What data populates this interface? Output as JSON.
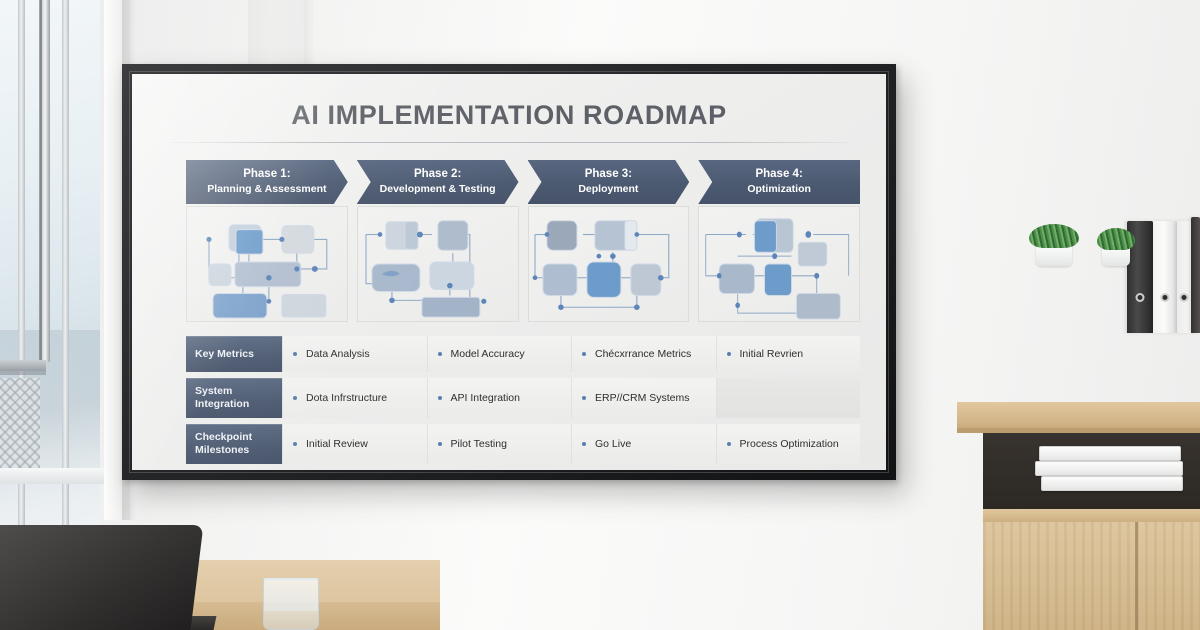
{
  "scene": {
    "description": "office-wall-with-framed-poster",
    "window_label": "office-window",
    "desk_label": "desk",
    "laptop_label": "laptop",
    "glass_label": "water-glass",
    "cabinet_label": "wooden-cabinet"
  },
  "poster": {
    "title": "AI IMPLEMENTATION ROADMAP",
    "title_color": "#5d6167",
    "background_color": "#eeeeed",
    "frame_color": "#232527",
    "accent_color": "#4b5970",
    "bullet_color": "#5b7fb0"
  },
  "phases": [
    {
      "number": "Phase 1:",
      "name": "Planning & Assessment"
    },
    {
      "number": "Phase 2:",
      "name": "Development & Testing"
    },
    {
      "number": "Phase 3:",
      "name": "Deployment"
    },
    {
      "number": "Phase 4:",
      "name": "Optimization"
    }
  ],
  "table": {
    "rows": [
      {
        "label_line1": "Key Metrics",
        "label_line2": "",
        "cells": [
          "Data Analysis",
          "Model Accuracy",
          "Chécxrrance Metrics",
          "Initial Revrien"
        ]
      },
      {
        "label_line1": "System",
        "label_line2": "Integration",
        "cells": [
          "Dota Infrstructure",
          "API Integration",
          "ERP//CRM Systems",
          ""
        ]
      },
      {
        "label_line1": "Checkpoint",
        "label_line2": "Milestones",
        "cells": [
          "Initial Review",
          "Pilot Testing",
          "Go Live",
          "Process Optimization"
        ]
      }
    ]
  },
  "diagrams": [
    {
      "panel": 1,
      "alt": "flowchart-phase-1"
    },
    {
      "panel": 2,
      "alt": "flowchart-phase-2"
    },
    {
      "panel": 3,
      "alt": "flowchart-phase-3"
    },
    {
      "panel": 4,
      "alt": "flowchart-phase-4"
    }
  ]
}
